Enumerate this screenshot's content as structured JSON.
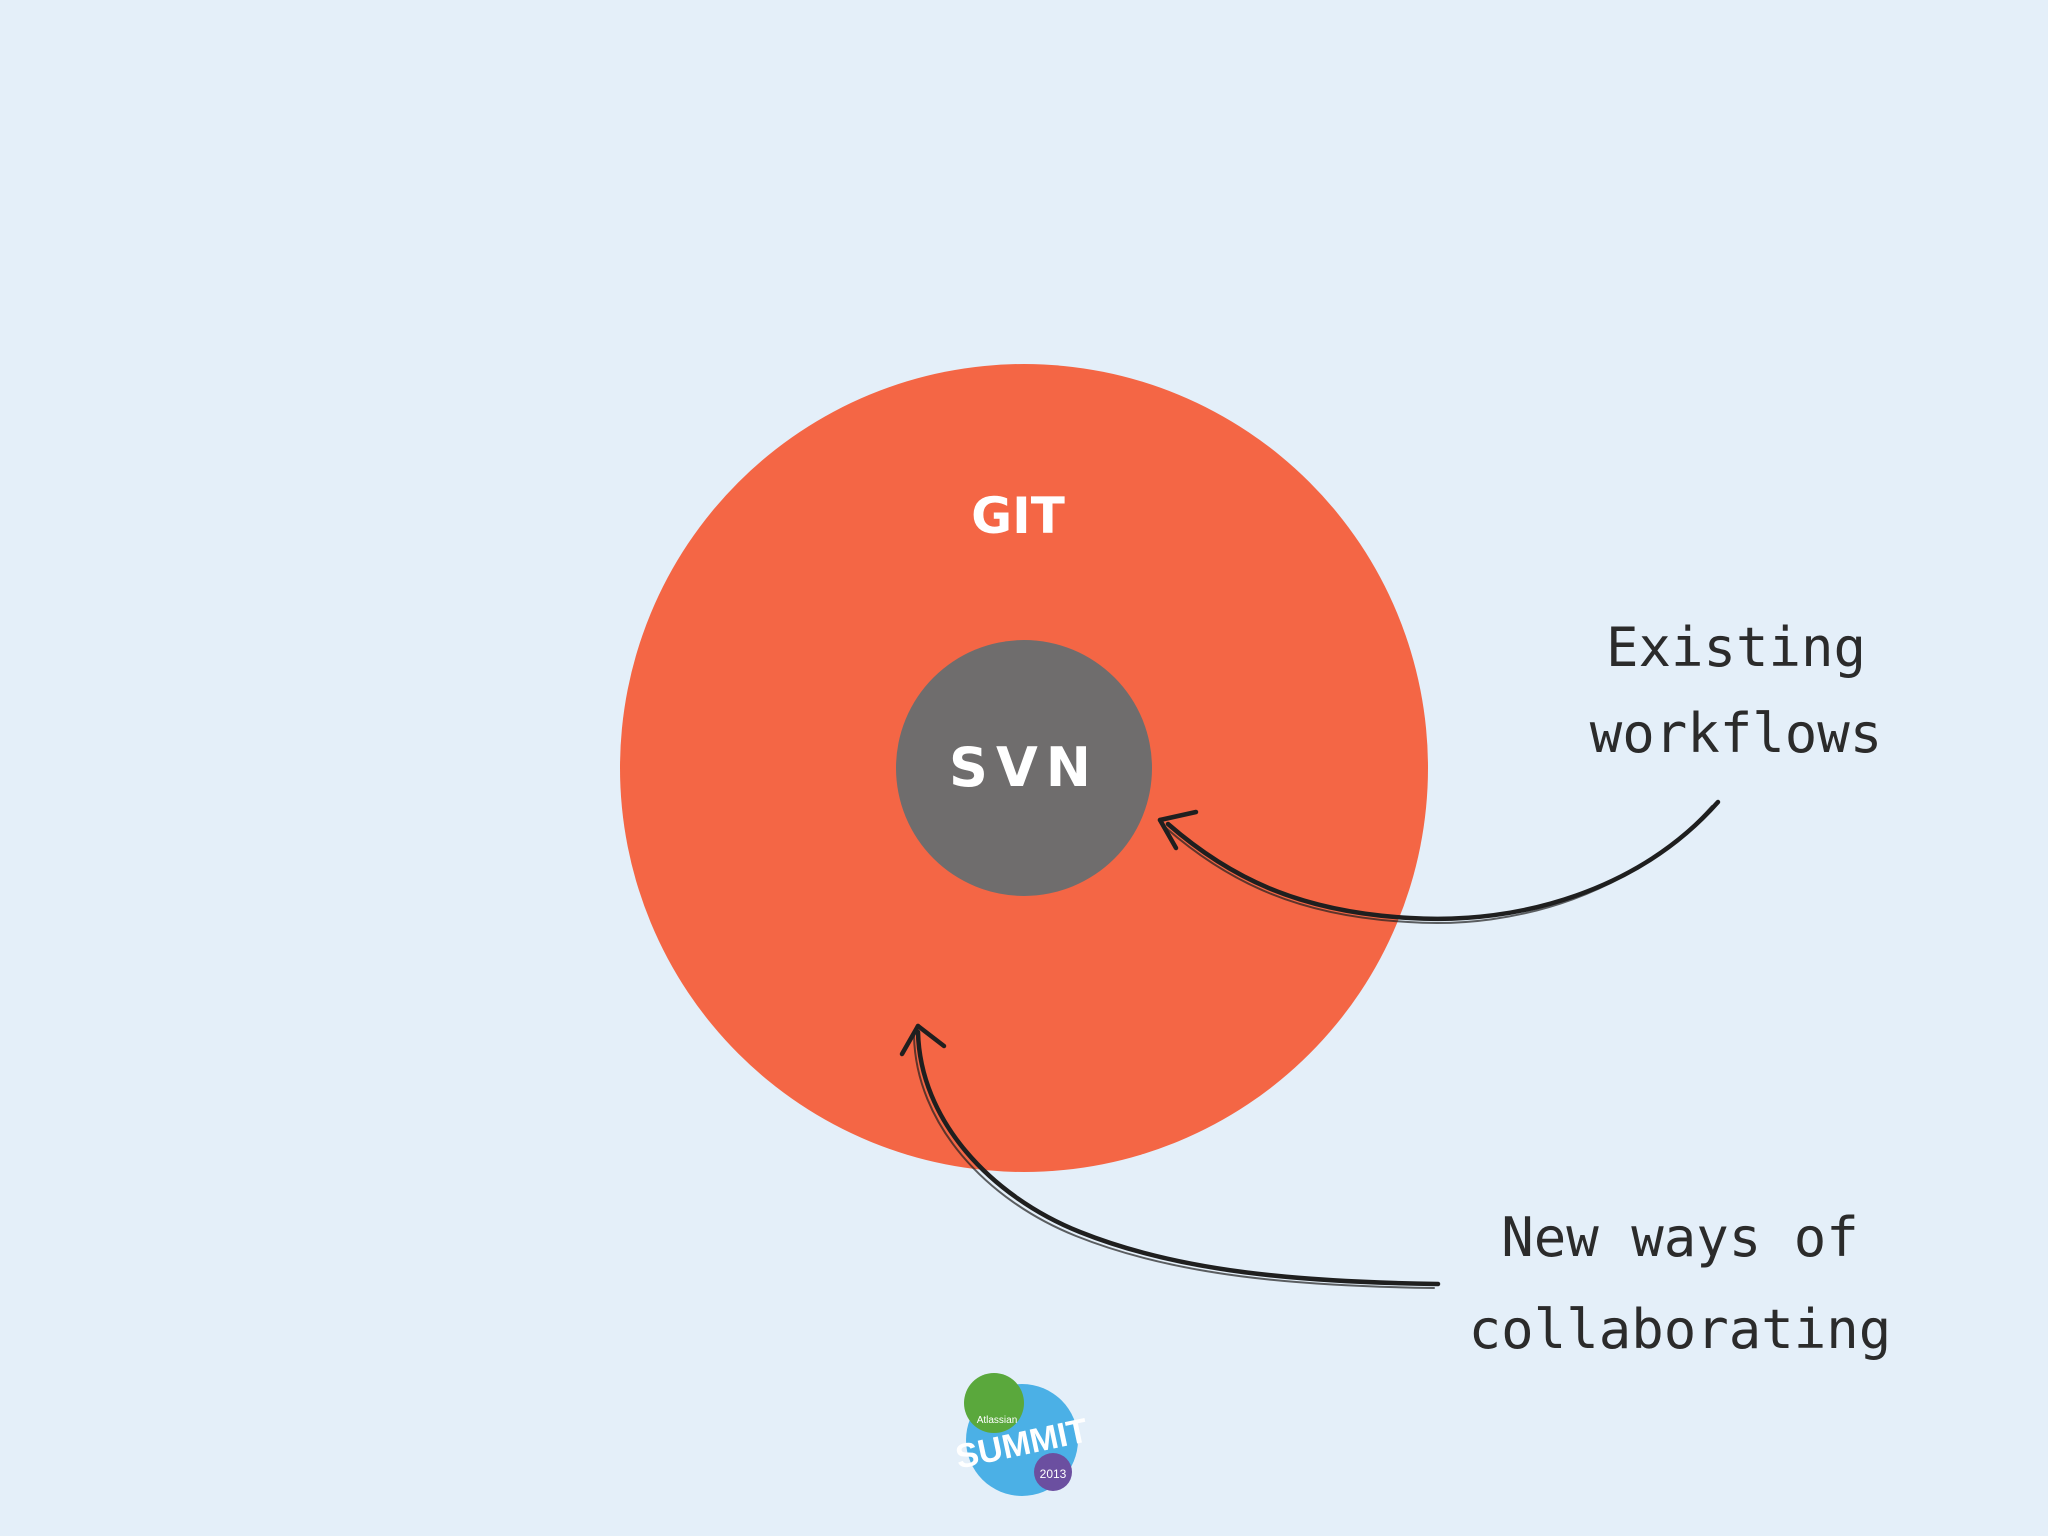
{
  "diagram": {
    "outer_circle": {
      "label": "GIT",
      "color": "#f46645"
    },
    "inner_circle": {
      "label": "SVN",
      "color": "#6f6d6d"
    },
    "background_color": "#e4eff9",
    "annotations": [
      {
        "lines": [
          "Existing",
          "workflows"
        ],
        "points_to": "inner_circle"
      },
      {
        "lines": [
          "New ways of",
          "collaborating"
        ],
        "points_to": "outer_circle"
      }
    ]
  },
  "logo": {
    "brand": "Atlassian",
    "event": "SUMMIT",
    "year": "2013",
    "colors": {
      "green": "#5aa83c",
      "blue": "#4bb0e6",
      "purple": "#6b4fa0"
    }
  }
}
